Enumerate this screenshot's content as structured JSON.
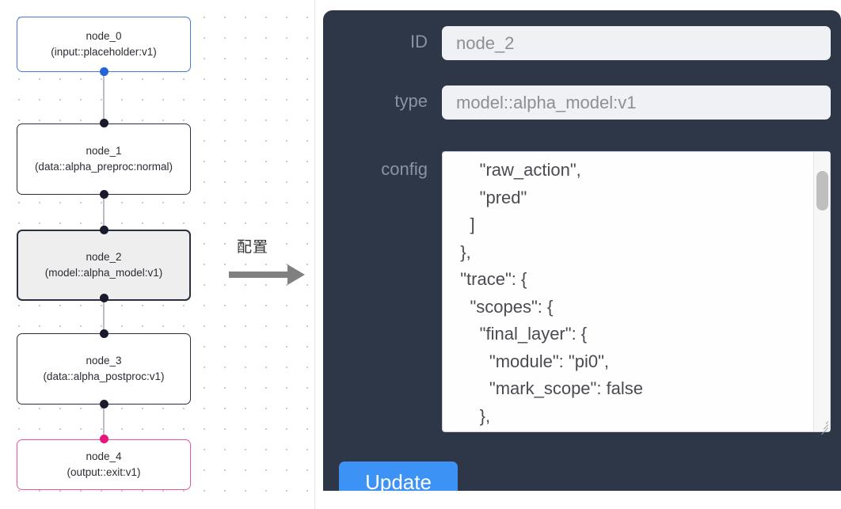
{
  "graph": {
    "nodes": [
      {
        "id": "node_0",
        "type": "input::placeholder:v1",
        "label": "node_0\n(input::placeholder:v1)",
        "role": "input",
        "selected": false
      },
      {
        "id": "node_1",
        "type": "data::alpha_preproc:normal",
        "label": "node_1\n(data::alpha_preproc:normal)",
        "role": "default",
        "selected": false
      },
      {
        "id": "node_2",
        "type": "model::alpha_model:v1",
        "label": "node_2\n(model::alpha_model:v1)",
        "role": "default",
        "selected": true
      },
      {
        "id": "node_3",
        "type": "data::alpha_postproc:v1",
        "label": "node_3\n(data::alpha_postproc:v1)",
        "role": "default",
        "selected": false
      },
      {
        "id": "node_4",
        "type": "output::exit:v1",
        "label": "node_4\n(output::exit:v1)",
        "role": "output",
        "selected": false
      }
    ],
    "colors": {
      "input_border": "#4a78d6",
      "output_border": "#e8569f",
      "default_border": "#2b3040",
      "selected_fill": "#eeeeee",
      "edge": "#b9bcc4",
      "handle": "#1a1a2e",
      "handle_input": "#2563d9",
      "handle_output": "#e8157f",
      "grid_dot": "#c9c9cf"
    }
  },
  "annotation": {
    "label": "配置",
    "arrow_color": "#808080"
  },
  "panel": {
    "background": "#2e3748",
    "id": {
      "label": "ID",
      "value": "node_2",
      "placeholder": "node_2"
    },
    "type": {
      "label": "type",
      "value": "model::alpha_model:v1",
      "placeholder": "model::alpha_model:v1"
    },
    "config": {
      "label": "config",
      "value": "      \"raw_action\",\n      \"pred\"\n    ]\n  },\n  \"trace\": {\n    \"scopes\": {\n      \"final_layer\": {\n        \"module\": \"pi0\",\n        \"mark_scope\": false\n      },\n      \"action_model\": {",
      "scroll_position": "middle"
    },
    "update_button": {
      "label": "Update",
      "color": "#3d92f5"
    }
  }
}
